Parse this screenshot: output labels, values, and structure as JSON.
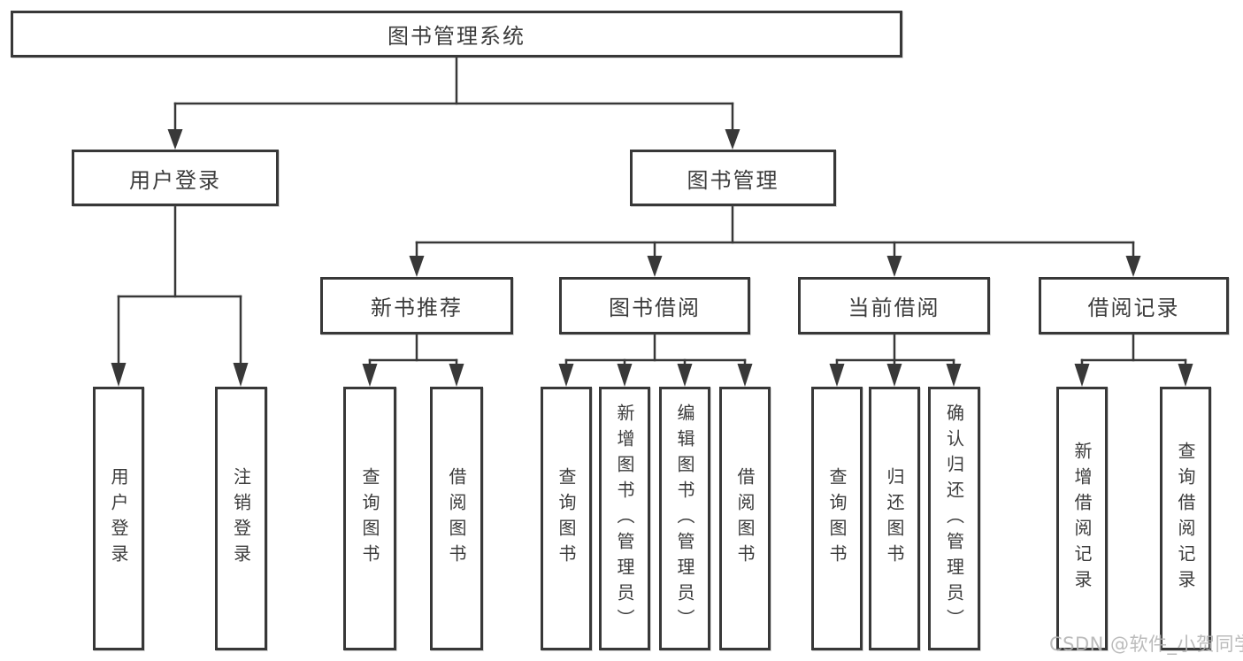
{
  "diagram": {
    "title": "图书管理系统",
    "branches": [
      {
        "label": "用户登录",
        "children": [
          {
            "label": "用户登录"
          },
          {
            "label": "注销登录"
          }
        ]
      },
      {
        "label": "图书管理",
        "children": [
          {
            "label": "新书推荐",
            "children": [
              {
                "label": "查询图书"
              },
              {
                "label": "借阅图书"
              }
            ]
          },
          {
            "label": "图书借阅",
            "children": [
              {
                "label": "查询图书"
              },
              {
                "label": "新增图书（管理员）"
              },
              {
                "label": "编辑图书（管理员）"
              },
              {
                "label": "借阅图书"
              }
            ]
          },
          {
            "label": "当前借阅",
            "children": [
              {
                "label": "查询图书"
              },
              {
                "label": "归还图书"
              },
              {
                "label": "确认归还（管理员）"
              }
            ]
          },
          {
            "label": "借阅记录",
            "children": [
              {
                "label": "新增借阅记录"
              },
              {
                "label": "查询借阅记录"
              }
            ]
          }
        ]
      }
    ]
  },
  "watermark": "CSDN @软件_小贺同学",
  "colors": {
    "line": "#383838",
    "text": "#3c3c3c",
    "background": "#ffffff",
    "watermark": "#b2b2b2"
  }
}
